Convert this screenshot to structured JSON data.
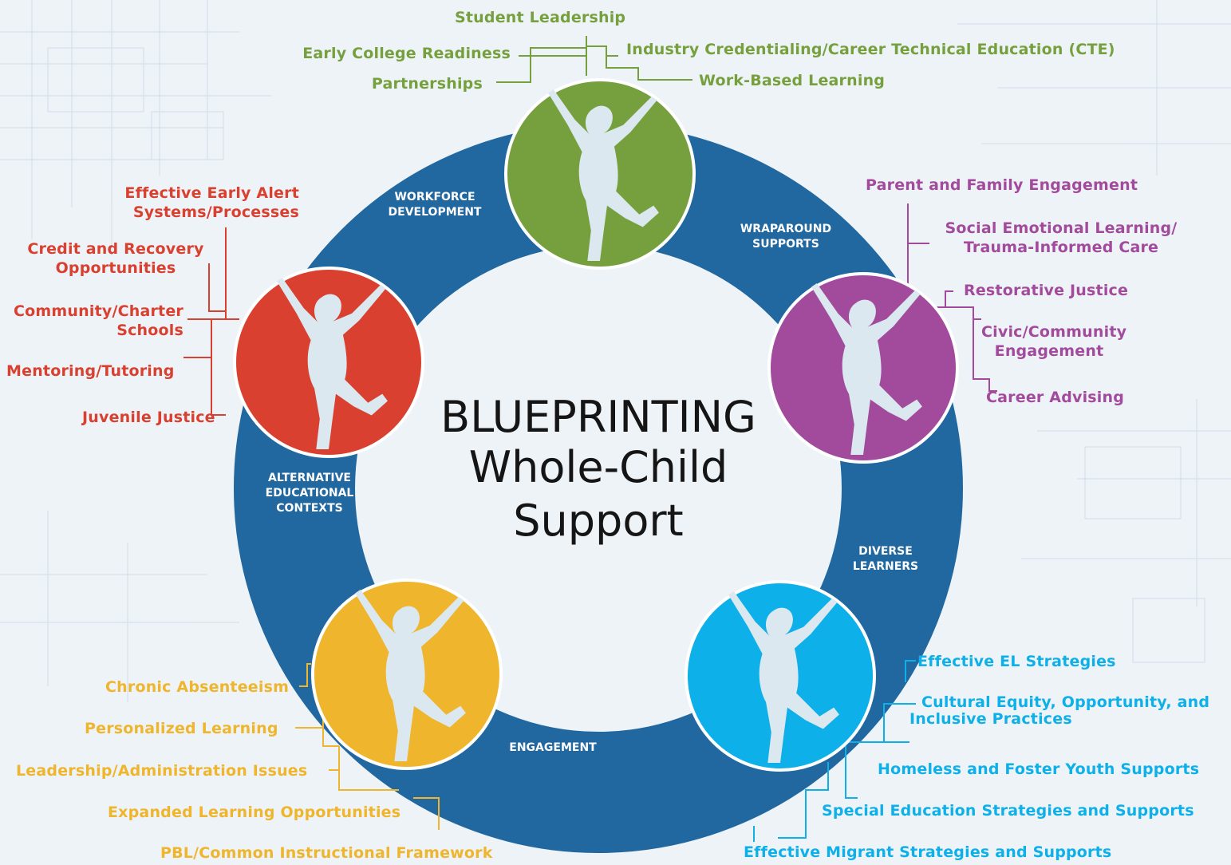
{
  "title": {
    "line1": "BLUEPRINTING",
    "line2": "Whole-Child",
    "line3": "Support"
  },
  "colors": {
    "ring": "#2167a0",
    "workforce": "#76a03d",
    "wraparound": "#a24b9d",
    "diverse": "#0db0e8",
    "engagement": "#efb52c",
    "alternative": "#d9402f",
    "silhouette": "#dbe8ef"
  },
  "segments": {
    "workforce": [
      "WORKFORCE",
      "DEVELOPMENT"
    ],
    "wraparound": [
      "WRAPAROUND",
      "SUPPORTS"
    ],
    "diverse": [
      "DIVERSE",
      "LEARNERS"
    ],
    "engagement": [
      "ENGAGEMENT"
    ],
    "alternative": [
      "ALTERNATIVE",
      "EDUCATIONAL",
      "CONTEXTS"
    ]
  },
  "workforce_items": [
    "Student Leadership",
    "Early College Readiness",
    "Industry Credentialing/Career Technical Education (CTE)",
    "Partnerships",
    "Work-Based Learning"
  ],
  "wraparound_items": [
    "Parent and Family Engagement",
    "Social Emotional Learning/",
    "Trauma-Informed Care",
    "Restorative Justice",
    "Civic/Community",
    "Engagement",
    "Career Advising"
  ],
  "alternative_items": [
    "Effective Early Alert",
    "Systems/Processes",
    "Credit and Recovery",
    "Opportunities",
    "Community/Charter",
    "Schools",
    "Mentoring/Tutoring",
    "Juvenile Justice"
  ],
  "engagement_items": [
    "Chronic Absenteeism",
    "Personalized Learning",
    "Leadership/Administration Issues",
    "Expanded Learning Opportunities",
    "PBL/Common Instructional Framework"
  ],
  "diverse_items": [
    "Effective EL Strategies",
    "Cultural Equity, Opportunity, and",
    "Inclusive Practices",
    "Homeless and Foster Youth Supports",
    "Special Education Strategies and Supports",
    "Effective Migrant Strategies and Supports"
  ]
}
